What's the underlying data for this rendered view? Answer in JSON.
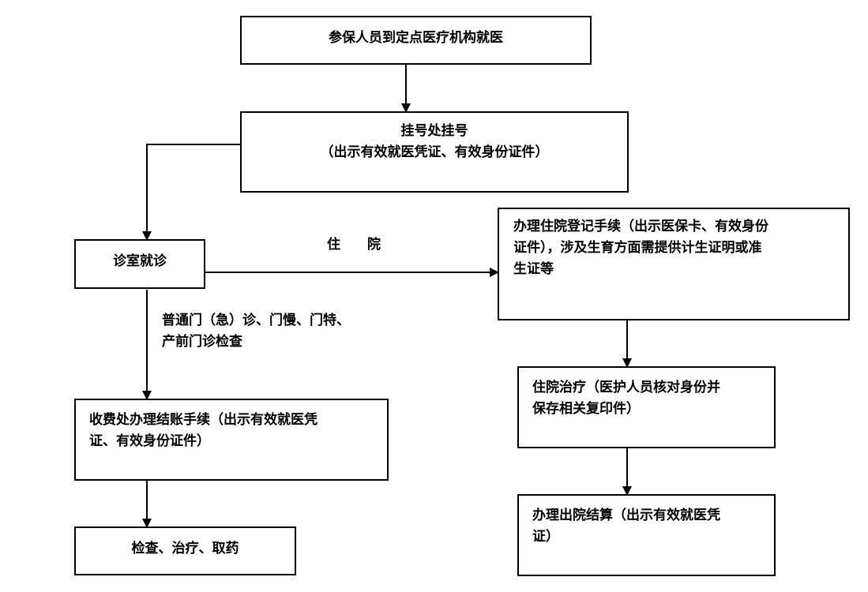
{
  "nodes": {
    "start": {
      "text": "参保人员到定点医疗机构就医"
    },
    "registration": {
      "title": "挂号处挂号",
      "subtitle": "（出示有效就医凭证、有效身份证件）"
    },
    "clinic_visit": {
      "text": "诊室就诊"
    },
    "inpatient_registration": {
      "lines": [
        "办理住院登记手续（出示医保卡、有效身份",
        "证件），涉及生育方面需提供计生证明或准",
        "生证等"
      ]
    },
    "inpatient_treatment": {
      "lines": [
        "住院治疗（医护人员核对身份并",
        "保存相关复印件）"
      ]
    },
    "discharge_settlement": {
      "lines": [
        "办理出院结算（出示有效就医凭",
        "证）"
      ]
    },
    "payment": {
      "lines": [
        "收费处办理结账手续（出示有效就医凭",
        "证、有效身份证件）"
      ]
    },
    "exam_treatment": {
      "text": "检查、治疗、取药"
    }
  },
  "edge_labels": {
    "inpatient": "住　　院",
    "outpatient": [
      "普通门（急）诊、门慢、门特、",
      "产前门诊检查"
    ]
  }
}
